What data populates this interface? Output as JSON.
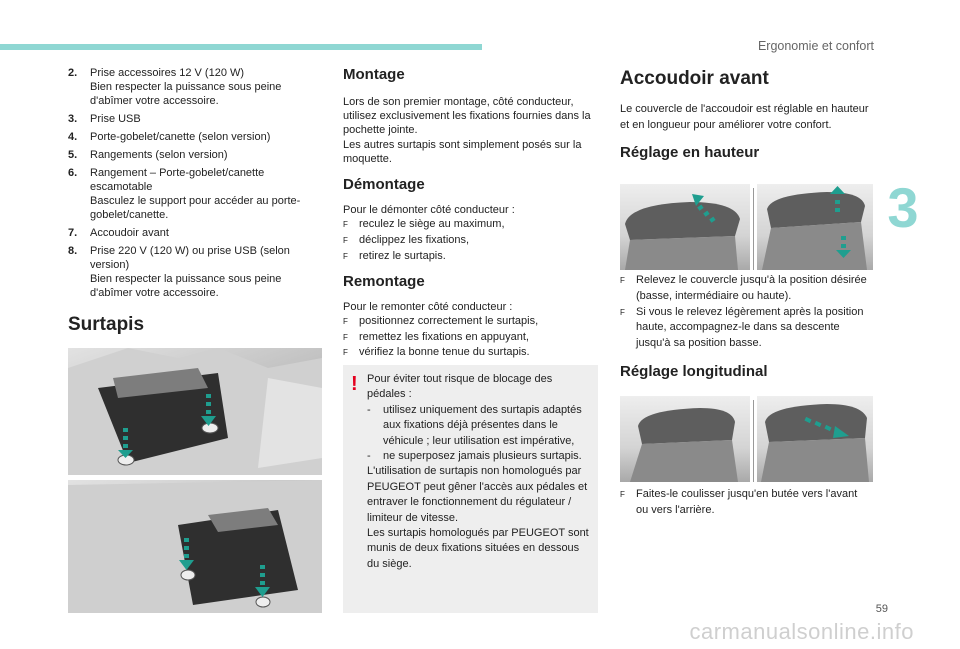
{
  "header": {
    "section": "Ergonomie et confort",
    "chapter_number": "3",
    "page_number": "59"
  },
  "watermark": "carmanualsonline.info",
  "list_items": [
    {
      "num": "2.",
      "text": "Prise accessoires 12 V (120 W)\nBien respecter la puissance sous peine d'abîmer votre accessoire."
    },
    {
      "num": "3.",
      "text": "Prise USB"
    },
    {
      "num": "4.",
      "text": "Porte-gobelet/canette (selon version)"
    },
    {
      "num": "5.",
      "text": "Rangements (selon version)"
    },
    {
      "num": "6.",
      "text": "Rangement – Porte-gobelet/canette escamotable\nBasculez le support pour accéder au porte-gobelet/canette."
    },
    {
      "num": "7.",
      "text": "Accoudoir avant"
    },
    {
      "num": "8.",
      "text": "Prise 220 V (120 W) ou prise USB (selon version)\nBien respecter la puissance sous peine d'abîmer votre accessoire."
    }
  ],
  "surtapis": {
    "title": "Surtapis"
  },
  "montage": {
    "title": "Montage",
    "text": "Lors de son premier montage, côté conducteur, utilisez exclusivement les fixations fournies dans la pochette jointe.\nLes autres surtapis sont simplement posés sur la moquette."
  },
  "demontage": {
    "title": "Démontage",
    "intro": "Pour le démonter côté conducteur :",
    "bullets": [
      "reculez le siège au maximum,",
      "déclippez les fixations,",
      "retirez le surtapis."
    ]
  },
  "remontage": {
    "title": "Remontage",
    "intro": "Pour le remonter côté conducteur :",
    "bullets": [
      "positionnez correctement le surtapis,",
      "remettez les fixations en appuyant,",
      "vérifiez la bonne tenue du surtapis."
    ]
  },
  "warning": {
    "icon": "!",
    "intro": "Pour éviter tout risque de blocage des pédales :",
    "sub": [
      "utilisez uniquement des surtapis adaptés aux fixations déjà présentes dans le véhicule ; leur utilisation est impérative,",
      "ne superposez jamais plusieurs surtapis."
    ],
    "dash": "-",
    "para1": "L'utilisation de surtapis non homologués par PEUGEOT peut gêner l'accès aux pédales et entraver le fonctionnement du régulateur / limiteur de vitesse.",
    "para2": "Les surtapis homologués par PEUGEOT sont munis de deux fixations situées en dessous du siège."
  },
  "accoudoir": {
    "title": "Accoudoir avant",
    "text": "Le couvercle de l'accoudoir est réglable en hauteur et en longueur pour améliorer votre confort."
  },
  "hauteur": {
    "title": "Réglage en hauteur",
    "bullets": [
      "Relevez le couvercle jusqu'à la position désirée (basse, intermédiaire ou haute).",
      "Si vous le relevez légèrement après la position haute, accompagnez-le dans sa descente jusqu'à sa position basse."
    ]
  },
  "longitudinal": {
    "title": "Réglage longitudinal",
    "bullets": [
      "Faites-le coulisser jusqu'en butée vers l'avant ou vers l'arrière."
    ]
  },
  "bullet_glyph": "F",
  "colors": {
    "accent": "#8fd7d3",
    "warning_red": "#e4001e",
    "arrow": "#1f9e8f"
  }
}
